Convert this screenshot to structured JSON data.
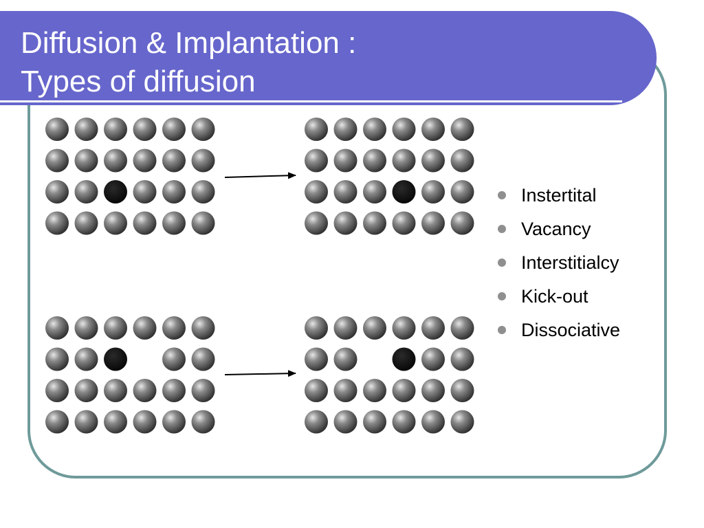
{
  "slide": {
    "title_line1": "Diffusion & Implantation :",
    "title_line2": "Types of diffusion",
    "colors": {
      "title_banner": "#6666cc",
      "frame_border": "#6f9a9a",
      "atom_host": "#3a3a3a",
      "atom_impurity": "#000000",
      "bullet": "#8f8f8f"
    }
  },
  "bullets": [
    "Instertital",
    "Vacancy",
    "Interstitialcy",
    "Kick-out",
    "Dissociative"
  ],
  "diagram": {
    "panels": [
      {
        "name": "top-before",
        "rows": [
          [
            "host",
            "host",
            "host",
            "host",
            "host",
            "host"
          ],
          [
            "host",
            "host",
            "host",
            "host",
            "host",
            "host"
          ],
          [
            "host",
            "host",
            "impurity",
            "host",
            "host",
            "host"
          ],
          [
            "host",
            "host",
            "host",
            "host",
            "host",
            "host"
          ]
        ]
      },
      {
        "name": "top-after",
        "rows": [
          [
            "host",
            "host",
            "host",
            "host",
            "host",
            "host"
          ],
          [
            "host",
            "host",
            "host",
            "host",
            "host",
            "host"
          ],
          [
            "host",
            "host",
            "host",
            "impurity",
            "host",
            "host"
          ],
          [
            "host",
            "host",
            "host",
            "host",
            "host",
            "host"
          ]
        ]
      },
      {
        "name": "bottom-before",
        "rows": [
          [
            "host",
            "host",
            "host",
            "host",
            "host",
            "host"
          ],
          [
            "host",
            "host",
            "impurity",
            "empty",
            "host",
            "host"
          ],
          [
            "host",
            "host",
            "host",
            "host",
            "host",
            "host"
          ],
          [
            "host",
            "host",
            "host",
            "host",
            "host",
            "host"
          ]
        ]
      },
      {
        "name": "bottom-after",
        "rows": [
          [
            "host",
            "host",
            "host",
            "host",
            "host",
            "host"
          ],
          [
            "host",
            "host",
            "empty",
            "impurity",
            "host",
            "host"
          ],
          [
            "host",
            "host",
            "host",
            "host",
            "host",
            "host"
          ],
          [
            "host",
            "host",
            "host",
            "host",
            "host",
            "host"
          ]
        ]
      }
    ],
    "arrows": [
      "top-arrow",
      "bottom-arrow"
    ]
  }
}
